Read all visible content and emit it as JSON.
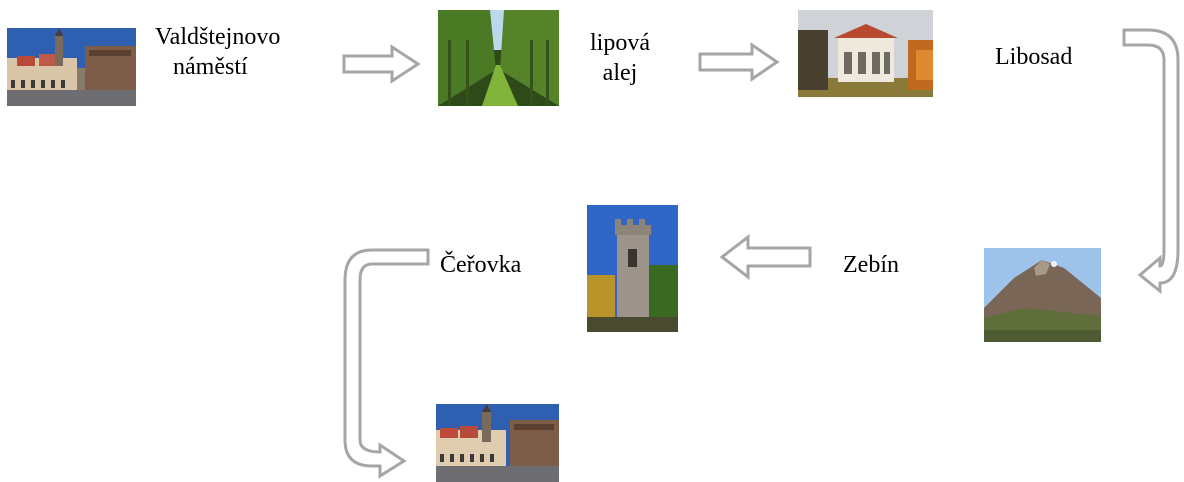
{
  "stops": {
    "valdstejnovo": {
      "line1": "Valdštejnovo",
      "line2": "náměstí"
    },
    "lipova": {
      "line1": "lipová",
      "line2": "alej"
    },
    "libosad": {
      "label": "Libosad"
    },
    "zebin": {
      "label": "Zebín"
    },
    "cerovka": {
      "label": "Čeřovka"
    }
  },
  "photos": [
    "town-square-photo",
    "linden-avenue-photo",
    "loggia-pavilion-photo",
    "zebin-hill-photo",
    "cerovka-tower-photo",
    "town-square-return-photo"
  ],
  "colors": {
    "arrow_stroke": "#a6a6a6",
    "arrow_fill": "#ffffff"
  }
}
